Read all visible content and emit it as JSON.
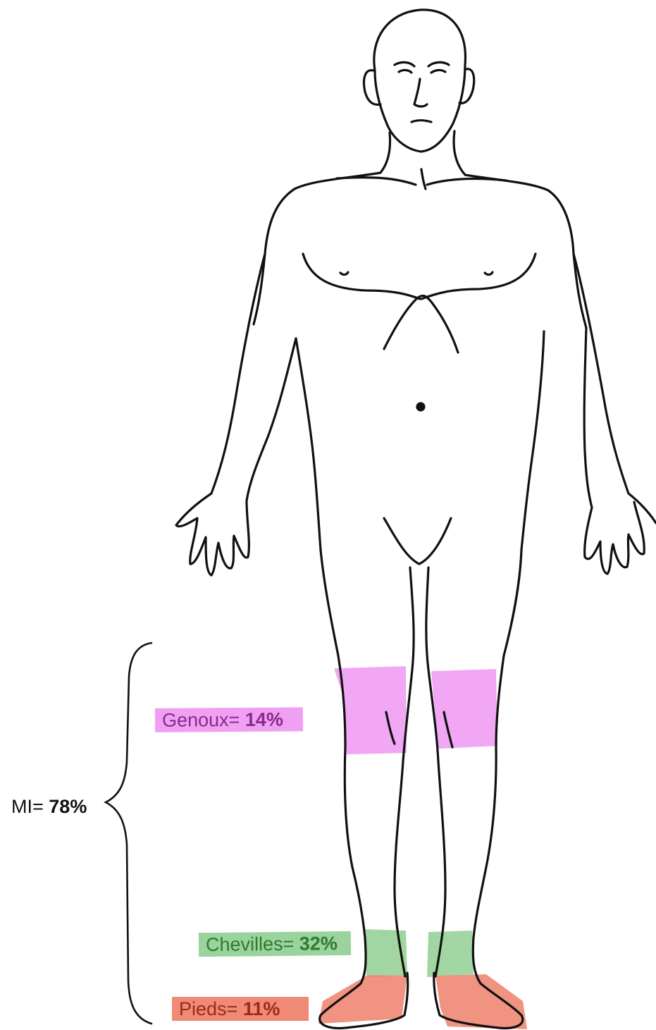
{
  "regions": {
    "total": {
      "name": "MI",
      "separator": "= ",
      "value": "78%",
      "color": "#111111"
    },
    "knees": {
      "name": "Genoux",
      "separator": "= ",
      "value": "14%",
      "color": "#f0a0f2"
    },
    "ankles": {
      "name": "Chevilles",
      "separator": "= ",
      "value": "32%",
      "color": "#9ad39c"
    },
    "feet": {
      "name": "Pieds",
      "separator": "= ",
      "value": "11%",
      "color": "#ef8a76"
    }
  }
}
